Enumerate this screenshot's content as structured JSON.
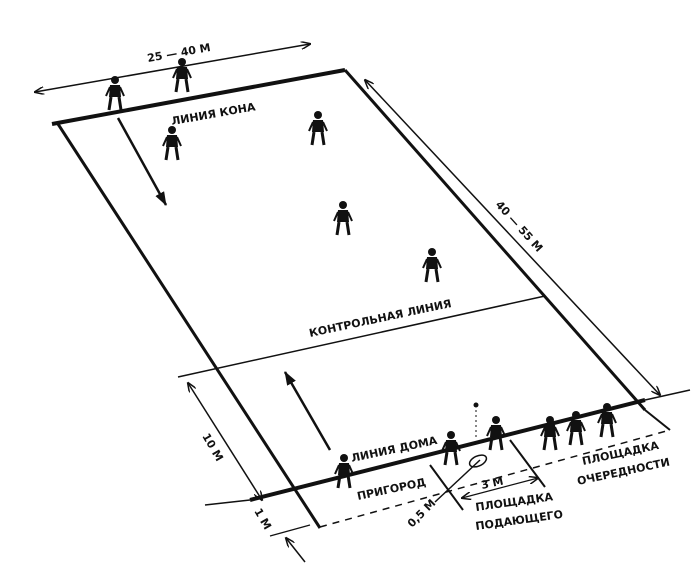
{
  "title": "Lapta playing field",
  "dimensions": {
    "width": "25 — 40 М",
    "length": "40 — 55 М",
    "home_zone": "10 М",
    "behind_line": "1 М",
    "server_offset": "0,5 М",
    "server_width": "3 М"
  },
  "labels": {
    "kon_line": "ЛИНИЯ КОНА",
    "control_line": "КОНТРОЛЬНАЯ ЛИНИЯ",
    "home_line": "ЛИНИЯ ДОМА",
    "prigorod": "ПРИГОРОД",
    "server_area_1": "ПЛОЩАДКА",
    "server_area_2": "ПОДАЮЩЕГО",
    "queue_area_1": "ПЛОЩАДКА",
    "queue_area_2": "ОЧЕРЕДНОСТИ"
  },
  "colors": {
    "ink": "#111111",
    "background": "#ffffff"
  }
}
